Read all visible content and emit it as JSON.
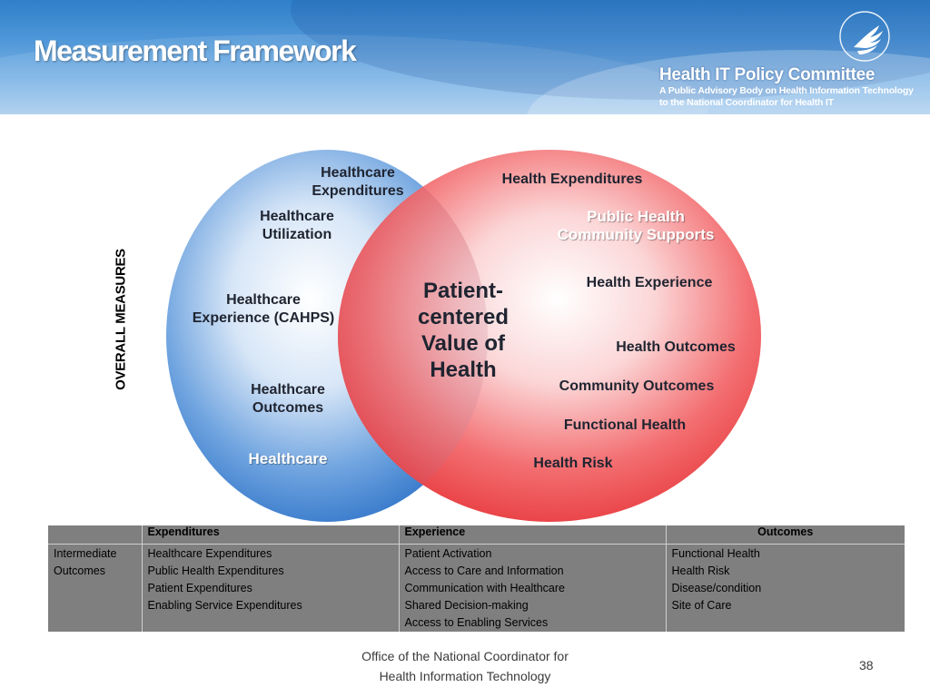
{
  "header": {
    "title": "Measurement Framework",
    "org_name": "Health IT Policy Committee",
    "org_subtitle_line1": "A Public Advisory Body on Health Information Technology",
    "org_subtitle_line2": "to the National Coordinator for Health IT",
    "logo_icon": "hhs-eagle-icon"
  },
  "side_label": "OVERALL MEASURES",
  "venn": {
    "left_circle": {
      "color": "#2f73c8",
      "title": "Healthcare",
      "items": [
        "Healthcare\nExpenditures",
        "Healthcare\nUtilization",
        "Healthcare\nExperience (CAHPS)",
        "Healthcare\nOutcomes"
      ]
    },
    "right_circle": {
      "color": "#e5282c",
      "title": "Public Health\nCommunity Supports",
      "items": [
        "Health Expenditures",
        "Health Experience",
        "Health Outcomes",
        "Community Outcomes",
        "Functional Health",
        "Health Risk"
      ]
    },
    "center": "Patient-\ncentered\nValue of\nHealth"
  },
  "table": {
    "headers": [
      "",
      "Expenditures",
      "Experience",
      "Outcomes"
    ],
    "columns": [
      [
        "Intermediate",
        "Outcomes"
      ],
      [
        "Healthcare Expenditures",
        "Public Health Expenditures",
        "Patient Expenditures",
        "Enabling Service Expenditures"
      ],
      [
        "Patient Activation",
        "Access to Care and Information",
        "Communication with Healthcare",
        "Shared Decision-making",
        "Access to Enabling Services"
      ],
      [
        "Functional Health",
        "Health Risk",
        "Disease/condition",
        "Site of Care"
      ]
    ],
    "background": "#7f7f7f"
  },
  "footer": {
    "line1": "Office of the National Coordinator for",
    "line2": "Health Information Technology",
    "page_number": "38"
  }
}
